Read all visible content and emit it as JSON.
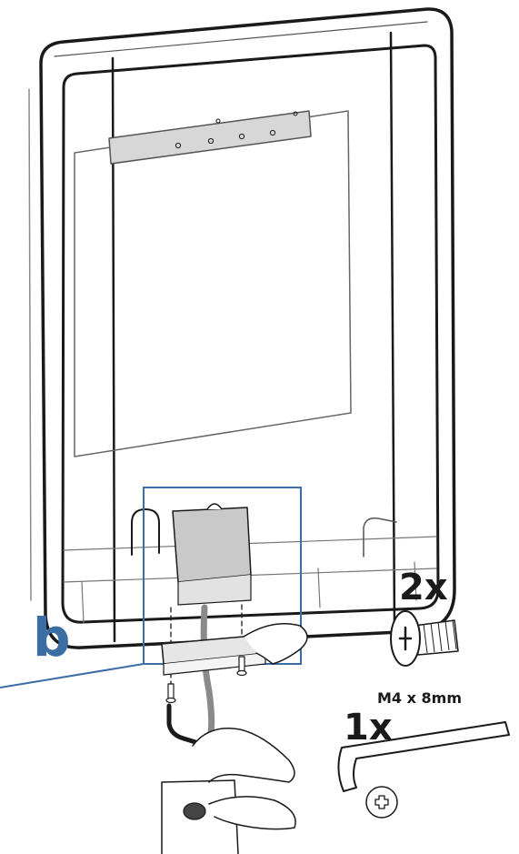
{
  "step_label": "b",
  "screws": {
    "quantity": "2x",
    "spec": "M4 x 8mm",
    "icon": "phillips-screw-icon"
  },
  "key": {
    "quantity": "1x",
    "icon": "allen-key-icon"
  },
  "colors": {
    "accent": "#3b6ea5",
    "ink": "#1a1a1a",
    "device_face": "#ffffff"
  }
}
